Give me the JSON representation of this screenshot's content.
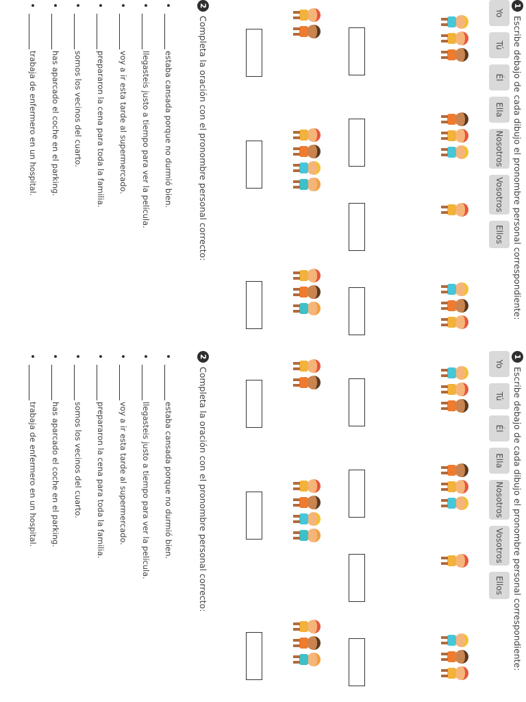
{
  "exercise1": {
    "number": "1",
    "instruction": "Escribe debajo de cada dibujo el pronombre personal correspondiente:",
    "pronouns": [
      "Yo",
      "Tú",
      "Él",
      "Ella",
      "Nosotros",
      "Vosotros",
      "Ellos"
    ]
  },
  "exercise2": {
    "number": "2",
    "instruction": "Completa la oración con el pronombre personal correcto:",
    "sentences": [
      "estaba cansada porque no durmió bien.",
      "llegasteis justo a tiempo para ver la película.",
      "voy a ir esta tarde al supermercado.",
      "prepararon la cena para toda la familia.",
      "somos los vecinos del cuarto.",
      "has aparcado el coche en el parking.",
      "trabaja de enfermero en un hospital."
    ]
  },
  "colors": {
    "pill": "#d9d9d9",
    "text": "#3f3f3f",
    "badge": "#2f2f2f"
  },
  "icons": [
    "child-icon",
    "number-badge-icon"
  ]
}
